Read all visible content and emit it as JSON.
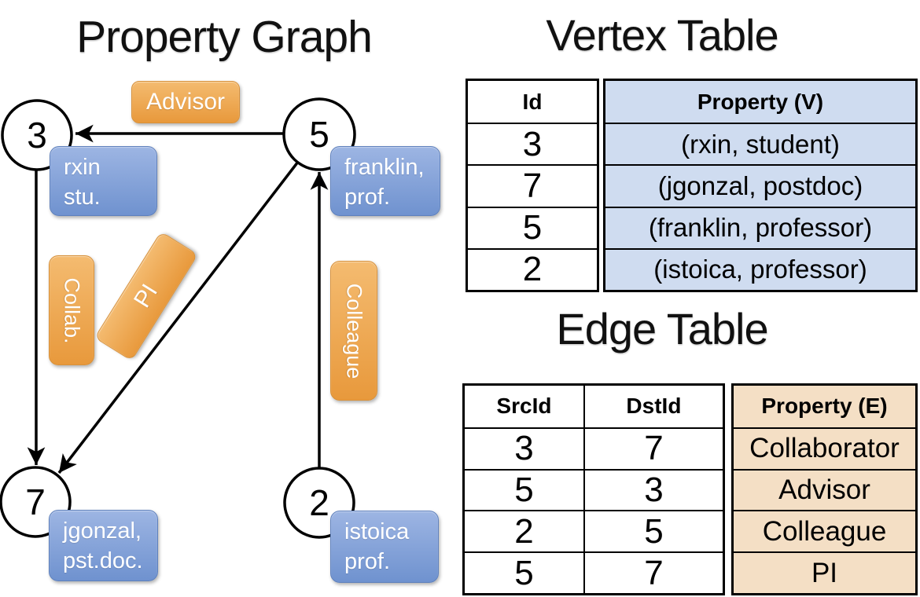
{
  "slide": {
    "graph_title": "Property Graph",
    "vertex_table_title": "Vertex Table",
    "edge_table_title": "Edge Table"
  },
  "graph": {
    "nodes": [
      {
        "id": "3",
        "label": [
          "rxin",
          "stu."
        ]
      },
      {
        "id": "5",
        "label": [
          "franklin,",
          "prof."
        ]
      },
      {
        "id": "7",
        "label": [
          "jgonzal,",
          "pst.doc."
        ]
      },
      {
        "id": "2",
        "label": [
          "istoica",
          "prof."
        ]
      }
    ],
    "edge_labels": {
      "advisor": "Advisor",
      "collab": "Collab.",
      "pi": "PI",
      "colleague": "Colleague"
    }
  },
  "vertex_table": {
    "columns": {
      "id": "Id",
      "property": "Property (V)"
    },
    "rows": [
      {
        "id": "3",
        "property": "(rxin, student)"
      },
      {
        "id": "7",
        "property": "(jgonzal, postdoc)"
      },
      {
        "id": "5",
        "property": "(franklin, professor)"
      },
      {
        "id": "2",
        "property": "(istoica, professor)"
      }
    ]
  },
  "edge_table": {
    "columns": {
      "src": "SrcId",
      "dst": "DstId",
      "property": "Property (E)"
    },
    "rows": [
      {
        "src": "3",
        "dst": "7",
        "property": "Collaborator"
      },
      {
        "src": "5",
        "dst": "3",
        "property": "Advisor"
      },
      {
        "src": "2",
        "dst": "5",
        "property": "Colleague"
      },
      {
        "src": "5",
        "dst": "7",
        "property": "PI"
      }
    ]
  },
  "colors": {
    "edge_label_top": "#f4bb70",
    "edge_label_bottom": "#e8993c",
    "node_label_top": "#9db5e3",
    "node_label_bottom": "#6f92cf",
    "vertex_cell_fill": "#cfdcf0",
    "edge_cell_fill": "#f4dfc5",
    "line_color": "#000000"
  }
}
